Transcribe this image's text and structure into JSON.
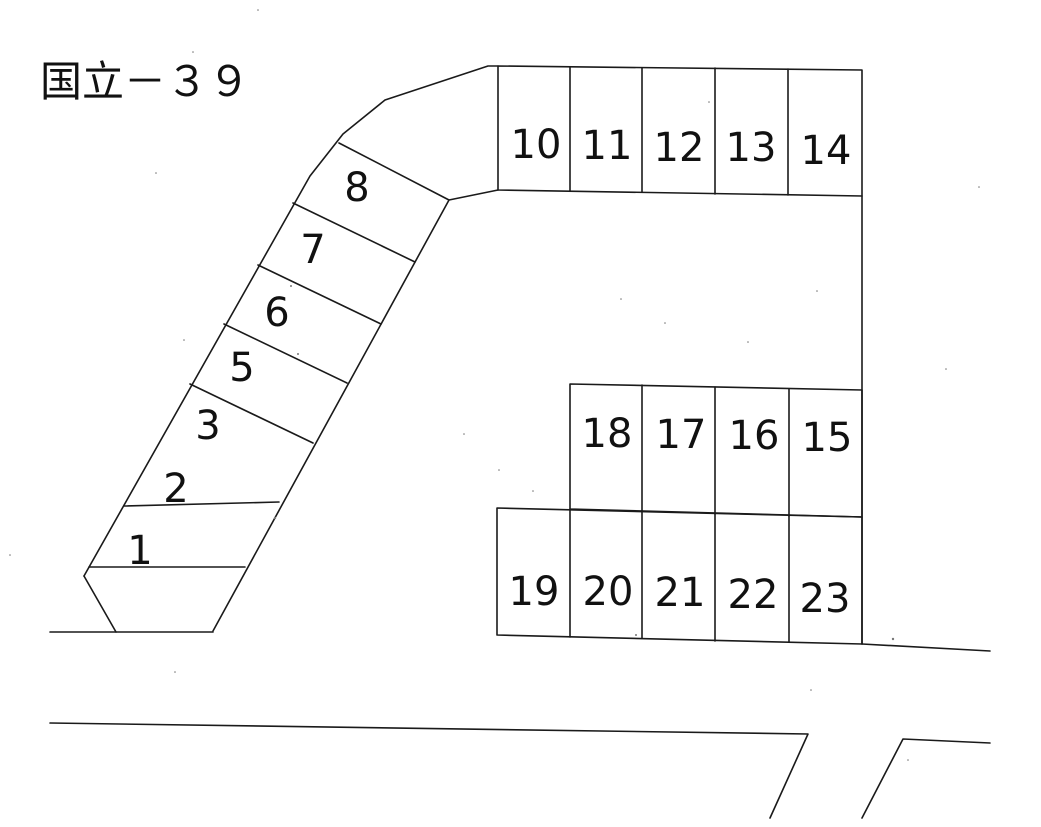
{
  "title": "国立－３９",
  "slots": [
    {
      "id": "1",
      "label": "1"
    },
    {
      "id": "2",
      "label": "2"
    },
    {
      "id": "3",
      "label": "3"
    },
    {
      "id": "5",
      "label": "5"
    },
    {
      "id": "6",
      "label": "6"
    },
    {
      "id": "7",
      "label": "7"
    },
    {
      "id": "8",
      "label": "8"
    },
    {
      "id": "10",
      "label": "10"
    },
    {
      "id": "11",
      "label": "11"
    },
    {
      "id": "12",
      "label": "12"
    },
    {
      "id": "13",
      "label": "13"
    },
    {
      "id": "14",
      "label": "14"
    },
    {
      "id": "15",
      "label": "15"
    },
    {
      "id": "16",
      "label": "16"
    },
    {
      "id": "17",
      "label": "17"
    },
    {
      "id": "18",
      "label": "18"
    },
    {
      "id": "19",
      "label": "19"
    },
    {
      "id": "20",
      "label": "20"
    },
    {
      "id": "21",
      "label": "21"
    },
    {
      "id": "22",
      "label": "22"
    },
    {
      "id": "23",
      "label": "23"
    }
  ]
}
